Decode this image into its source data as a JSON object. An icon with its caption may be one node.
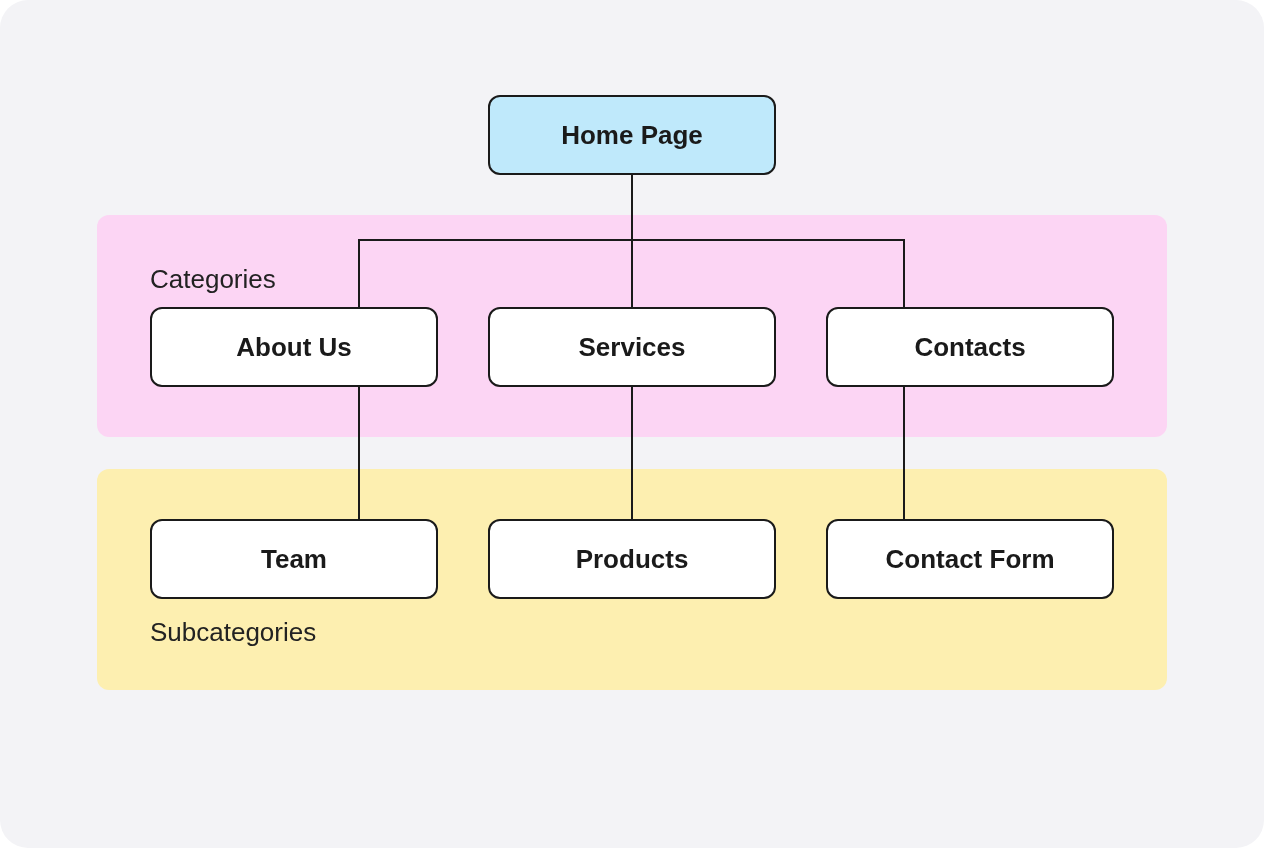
{
  "diagram": {
    "nodes": [
      {
        "text": [
          "Home Page"
        ]
      },
      {
        "text": [
          "Categories"
        ]
      },
      {
        "text": [
          "About Us"
        ],
        "in": 1
      },
      {
        "text": [
          "Services"
        ],
        "in": 1
      },
      {
        "text": [
          "Contacts"
        ],
        "in": 1
      },
      {
        "text": [
          "Subcategories"
        ]
      },
      {
        "text": [
          "Team"
        ],
        "in": 5
      },
      {
        "text": [
          "Products"
        ],
        "in": 5
      },
      {
        "text": [
          "Contact Form"
        ],
        "in": 5
      }
    ],
    "edges": [
      {
        "from": 0,
        "to": 2,
        "arrow": "none"
      },
      {
        "from": 0,
        "to": 3,
        "arrow": "none"
      },
      {
        "from": 0,
        "to": 4,
        "arrow": "none"
      },
      {
        "from": 2,
        "to": 6,
        "arrow": "none"
      },
      {
        "from": 3,
        "to": 7,
        "arrow": "none"
      },
      {
        "from": 4,
        "to": 8,
        "arrow": "none"
      }
    ]
  }
}
